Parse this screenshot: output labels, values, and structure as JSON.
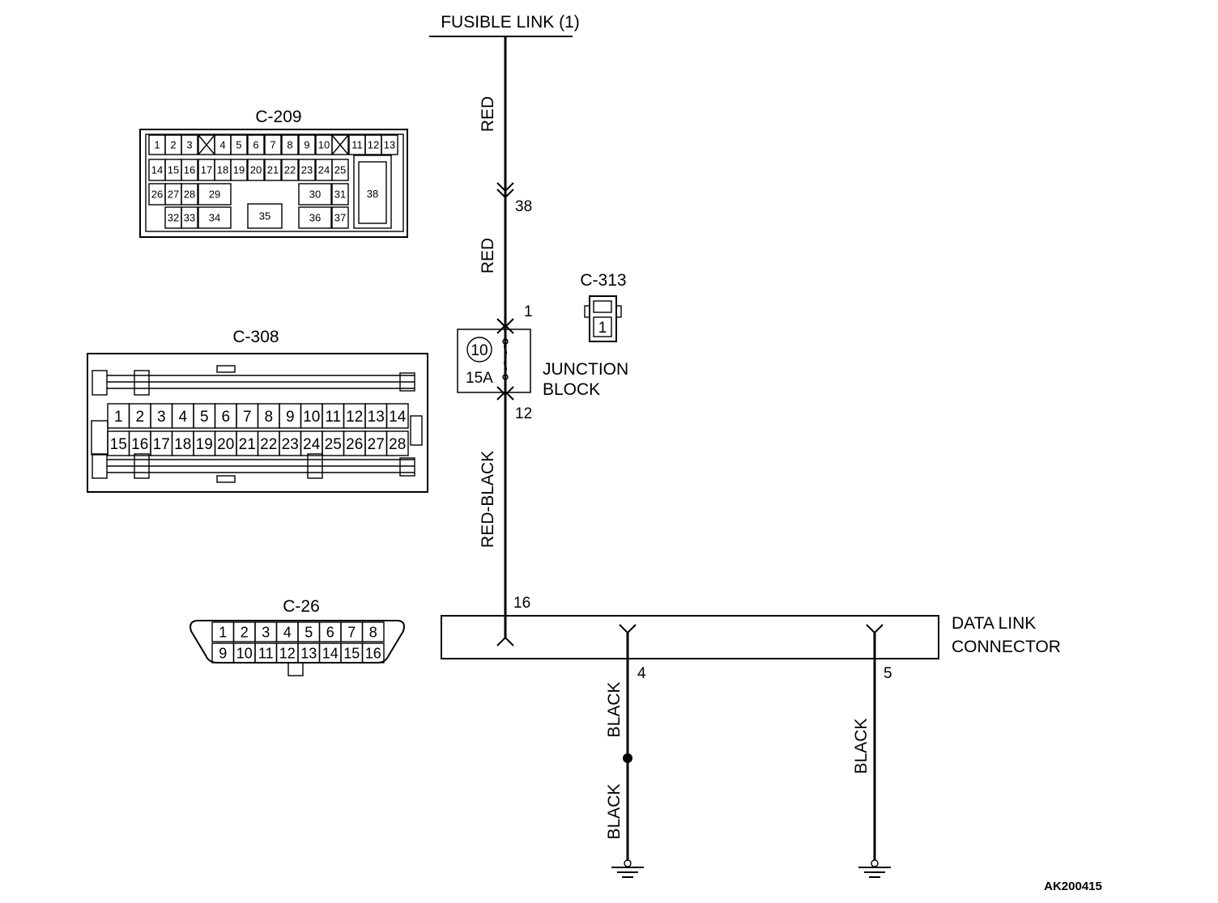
{
  "power_source": "FUSIBLE LINK (1)",
  "wires": {
    "top_color": "RED",
    "mid_color": "RED",
    "lower_color": "RED-BLACK",
    "ground_left_upper": "BLACK",
    "ground_left_lower": "BLACK",
    "ground_right": "BLACK"
  },
  "pins": {
    "c209_pin": "38",
    "junction_in": "1",
    "junction_out": "12",
    "dlc_power": "16",
    "dlc_ground_a": "4",
    "dlc_ground_b": "5"
  },
  "junction_block": {
    "line1": "JUNCTION",
    "line2": "BLOCK",
    "fuse_number": "10",
    "fuse_rating": "15A"
  },
  "data_link_connector": {
    "line1": "DATA LINK",
    "line2": "CONNECTOR"
  },
  "connectors": {
    "c209": {
      "title": "C-209",
      "pins": [
        "1",
        "2",
        "3",
        "4",
        "5",
        "6",
        "7",
        "8",
        "9",
        "10",
        "11",
        "12",
        "13",
        "14",
        "15",
        "16",
        "17",
        "18",
        "19",
        "20",
        "21",
        "22",
        "23",
        "24",
        "25",
        "26",
        "27",
        "28",
        "29",
        "30",
        "31",
        "32",
        "33",
        "34",
        "35",
        "36",
        "37",
        "38"
      ]
    },
    "c308": {
      "title": "C-308",
      "row1": [
        "1",
        "2",
        "3",
        "4",
        "5",
        "6",
        "7",
        "8",
        "9",
        "10",
        "11",
        "12",
        "13",
        "14"
      ],
      "row2": [
        "15",
        "16",
        "17",
        "18",
        "19",
        "20",
        "21",
        "22",
        "23",
        "24",
        "25",
        "26",
        "27",
        "28"
      ]
    },
    "c26": {
      "title": "C-26",
      "row1": [
        "1",
        "2",
        "3",
        "4",
        "5",
        "6",
        "7",
        "8"
      ],
      "row2": [
        "9",
        "10",
        "11",
        "12",
        "13",
        "14",
        "15",
        "16"
      ]
    },
    "c313": {
      "title": "C-313",
      "pin": "1"
    }
  },
  "figure_id": "AK200415"
}
